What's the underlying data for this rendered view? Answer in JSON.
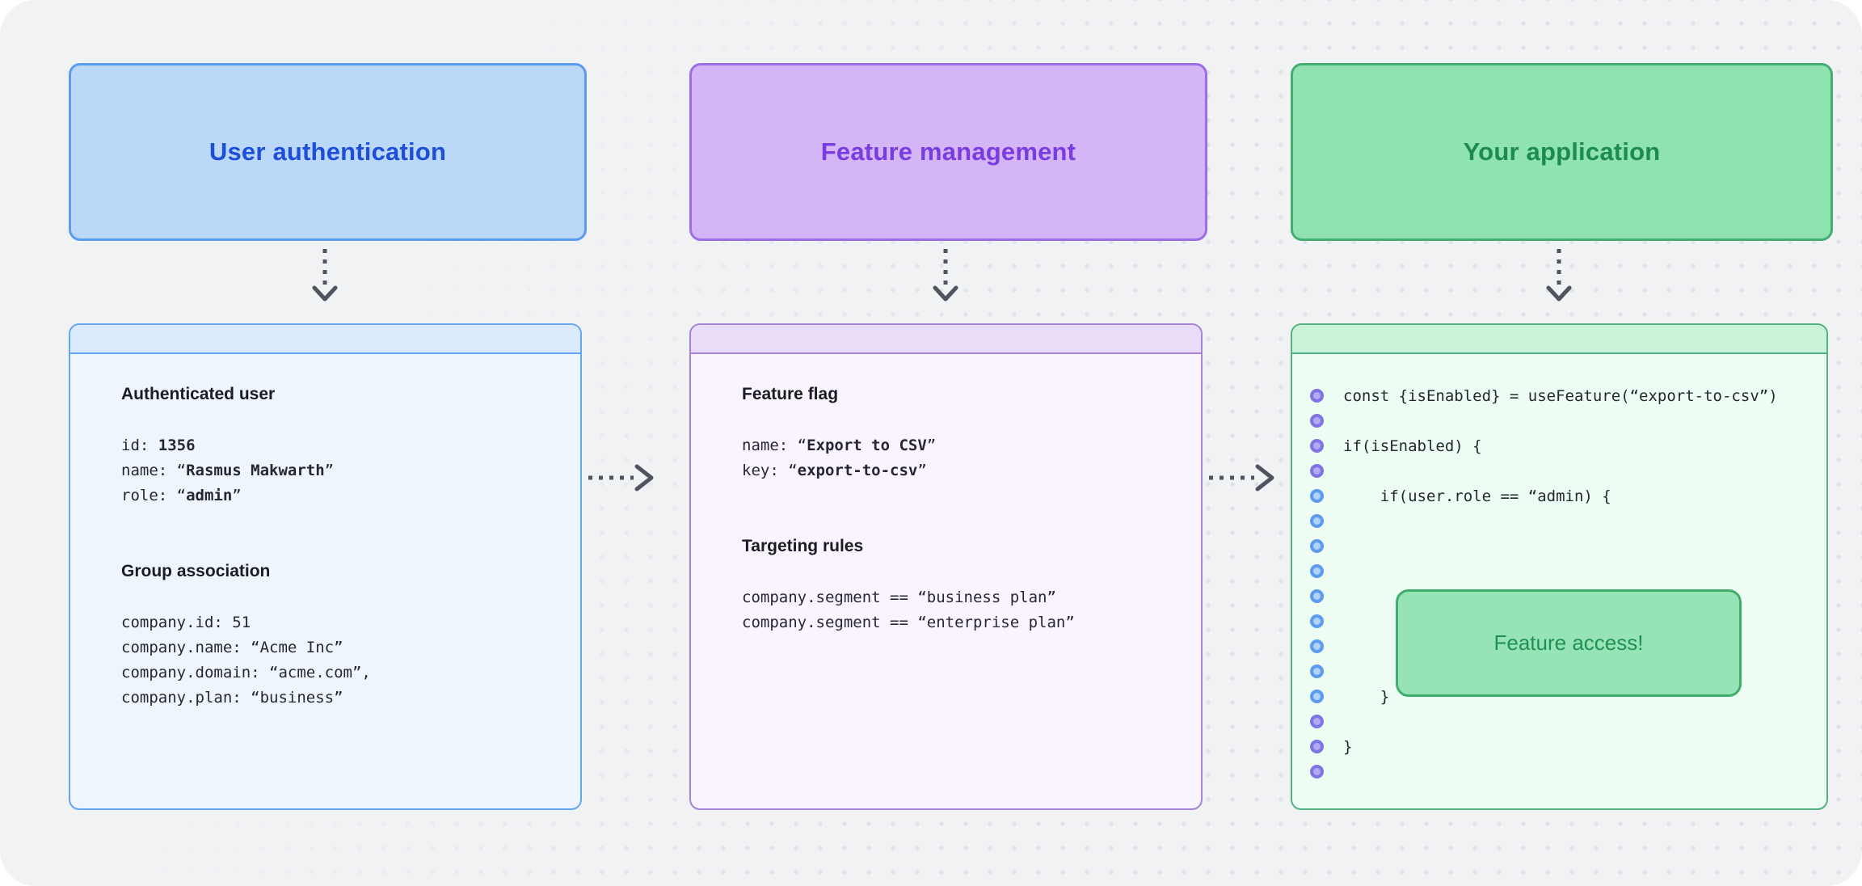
{
  "page": {
    "background": "#ffffff",
    "card_background": "#f1f2f4",
    "dot_color": "#dfe1e7",
    "arrow_color": "#4e5561"
  },
  "columns": [
    {
      "key": "user-authentication",
      "box": {
        "title": "User authentication",
        "fill": "#bcd8f9",
        "border": "#5b9cf1",
        "text_color": "#1d4fd8"
      },
      "panel": {
        "header_fill": "#dbeafc",
        "border": "#64a5f5",
        "body_fill": "#eef5fd",
        "sections": [
          {
            "heading": "Authenticated user",
            "lines": [
              {
                "pre": "id: ",
                "strong": "1356",
                "post": ""
              },
              {
                "pre": "name: “",
                "strong": "Rasmus Makwarth",
                "post": "”"
              },
              {
                "pre": "role: “",
                "strong": "admin",
                "post": "”"
              }
            ]
          },
          {
            "heading": "Group association",
            "lines": [
              {
                "pre": "company.id: 51",
                "strong": "",
                "post": ""
              },
              {
                "pre": "company.name: “Acme Inc”",
                "strong": "",
                "post": ""
              },
              {
                "pre": "company.domain: “acme.com”,",
                "strong": "",
                "post": ""
              },
              {
                "pre": "company.plan: “business”",
                "strong": "",
                "post": ""
              }
            ]
          }
        ]
      }
    },
    {
      "key": "feature-management",
      "box": {
        "title": "Feature management",
        "fill": "#d4b6f7",
        "border": "#9c6ceb",
        "text_color": "#7a3be0"
      },
      "panel": {
        "header_fill": "#e8dcf9",
        "border": "#a584d8",
        "body_fill": "#faf4fe",
        "sections": [
          {
            "heading": "Feature flag",
            "lines": [
              {
                "pre": "name: “",
                "strong": "Export to CSV",
                "post": "”"
              },
              {
                "pre": "key: “",
                "strong": "export-to-csv",
                "post": "”"
              }
            ]
          },
          {
            "heading": "Targeting rules",
            "lines": [
              {
                "pre": "company.segment == “business plan”",
                "strong": "",
                "post": ""
              },
              {
                "pre": "company.segment == “enterprise plan”",
                "strong": "",
                "post": ""
              }
            ]
          }
        ]
      }
    },
    {
      "key": "your-application",
      "box": {
        "title": "Your application",
        "fill": "#8fe3af",
        "border": "#44ad71",
        "text_color": "#1d8b4e"
      },
      "code_panel": {
        "header_fill": "#c9f3d9",
        "border": "#54b181",
        "body_fill": "#eefdf3",
        "bullet_colors": {
          "purple": {
            "ring": "#7f74e3",
            "fill": "#b3aaf4"
          },
          "blue": {
            "ring": "#5b9bf0",
            "fill": "#b3d2f8"
          }
        },
        "rows": [
          {
            "bullet": "purple",
            "text": "const {isEnabled} = useFeature(“export-to-csv”)"
          },
          {
            "bullet": "purple",
            "text": ""
          },
          {
            "bullet": "purple",
            "text": "if(isEnabled) {"
          },
          {
            "bullet": "purple",
            "text": ""
          },
          {
            "bullet": "blue",
            "text": "    if(user.role == “admin) {"
          },
          {
            "bullet": "blue",
            "text": ""
          },
          {
            "bullet": "blue",
            "text": ""
          },
          {
            "bullet": "blue",
            "text": ""
          },
          {
            "bullet": "blue",
            "text": ""
          },
          {
            "bullet": "blue",
            "text": ""
          },
          {
            "bullet": "blue",
            "text": ""
          },
          {
            "bullet": "blue",
            "text": ""
          },
          {
            "bullet": "blue",
            "text": "    }"
          },
          {
            "bullet": "purple",
            "text": ""
          },
          {
            "bullet": "purple",
            "text": "}"
          },
          {
            "bullet": "purple",
            "text": ""
          }
        ],
        "access_box": {
          "label": "Feature access!",
          "fill": "#96e4b5",
          "border": "#3fae6c",
          "text_color": "#1f9055"
        }
      }
    }
  ]
}
